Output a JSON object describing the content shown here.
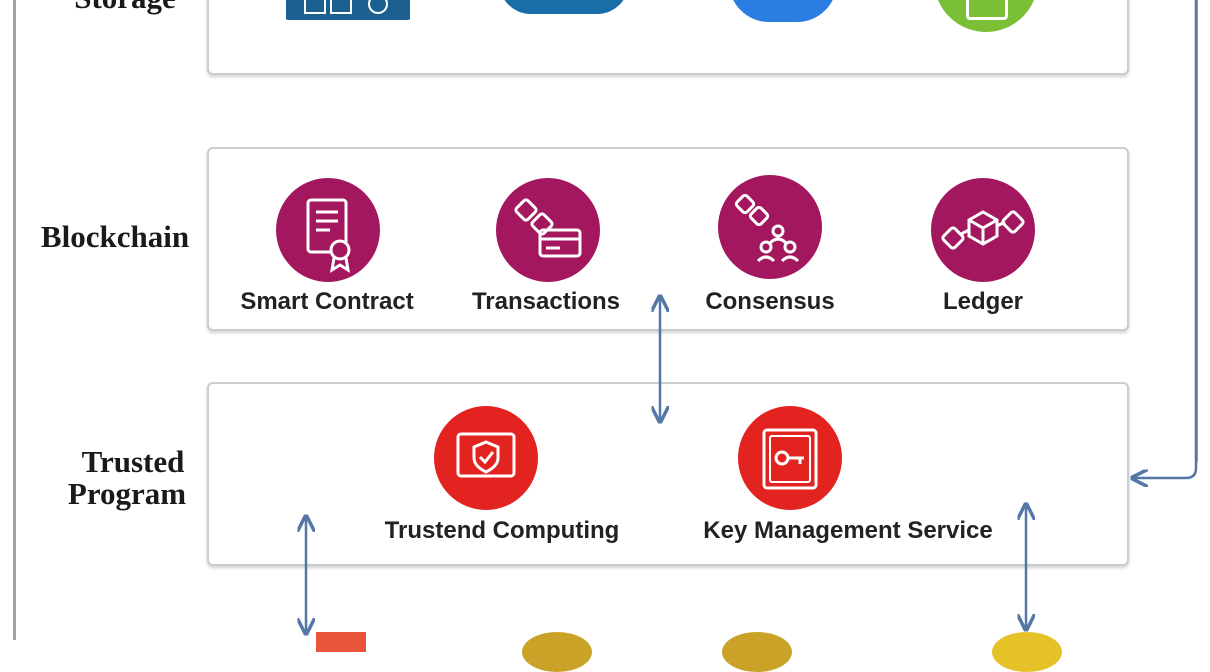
{
  "layers": {
    "top": {
      "label": "Storage"
    },
    "blockchain": {
      "label": "Blockchain",
      "items": [
        {
          "label": "Smart Contract",
          "icon": "smart-contract-icon"
        },
        {
          "label": "Transactions",
          "icon": "transactions-icon"
        },
        {
          "label": "Consensus",
          "icon": "consensus-icon"
        },
        {
          "label": "Ledger",
          "icon": "ledger-icon"
        }
      ]
    },
    "trusted": {
      "label_line1": "Trusted",
      "label_line2": "Program",
      "items": [
        {
          "label": "Trustend Computing",
          "icon": "shield-monitor-icon"
        },
        {
          "label": "Key Management Service",
          "icon": "key-safe-icon"
        }
      ]
    }
  },
  "colors": {
    "blockchain_icon": "#a3175f",
    "trusted_icon": "#e2231f",
    "arrow": "#5577a6",
    "frame": "#9ea3a8",
    "panel_border": "#c9ccd1"
  }
}
